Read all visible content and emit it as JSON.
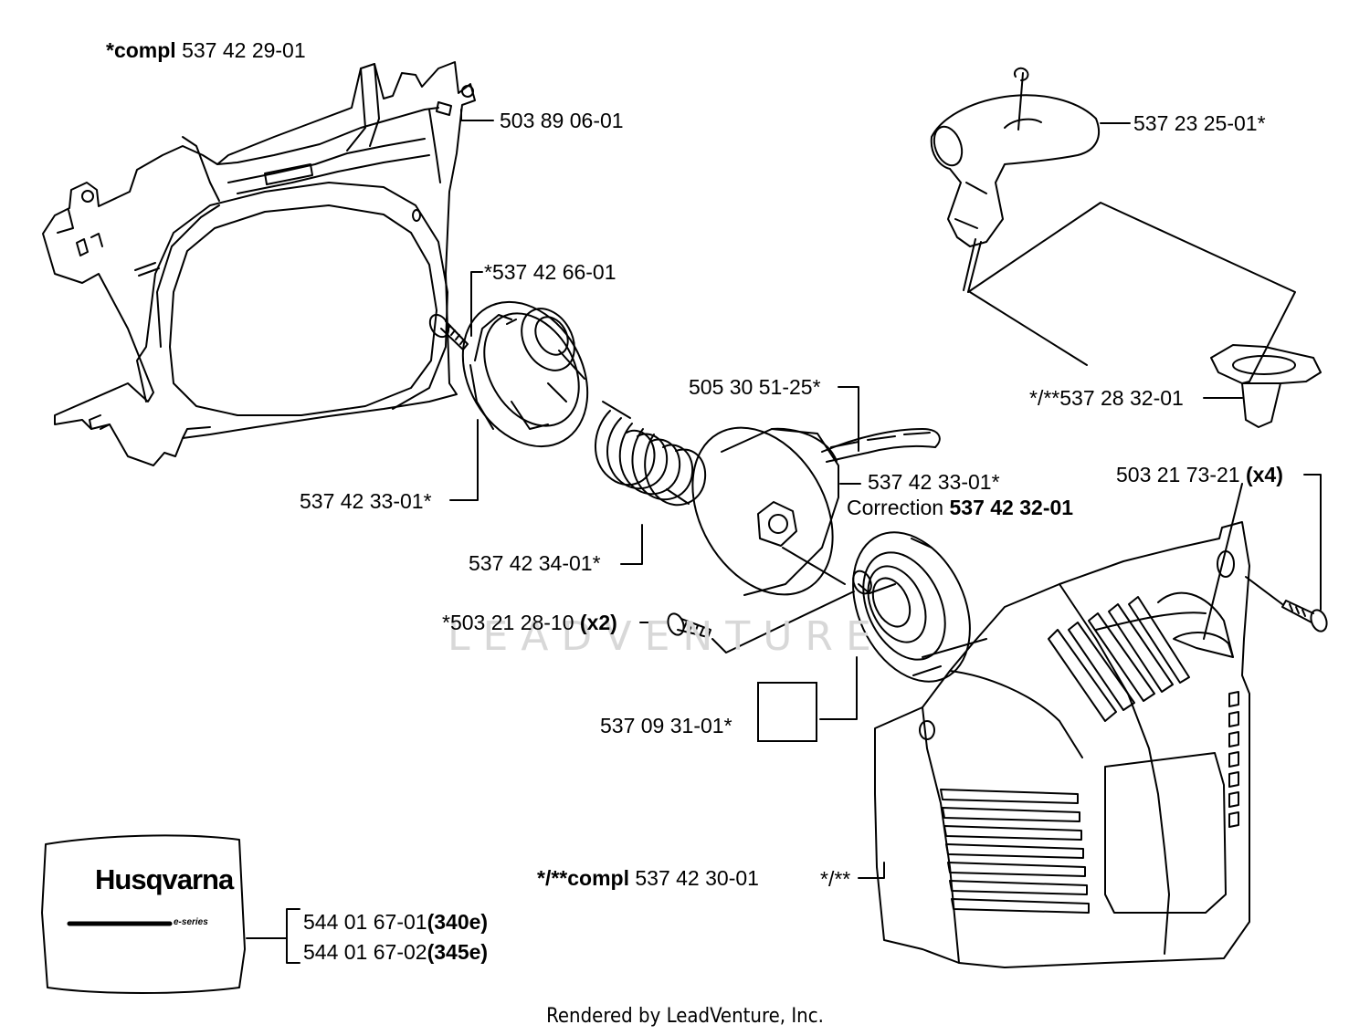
{
  "labels": {
    "compl_top_prefix": "*compl",
    "compl_top_number": "537 42 29-01",
    "cover_plate": "503 89 06-01",
    "handle": "537 23 25-01*",
    "bushing": "*/**537 28 32-01",
    "screw_right": "503 21 73-21",
    "screw_right_qty": "(x4)",
    "screw_top": "*537 42 66-01",
    "rope": "505 30 51-25*",
    "pulley_left": "537 42 33-01*",
    "pulley_right": "537 42 33-01*",
    "correction_text": "Correction",
    "correction_number": "537 42 32-01",
    "spring": "537 42 34-01*",
    "screw_bottom": "*503 21 28-10",
    "screw_bottom_qty": "(x2)",
    "spring_cassette": "537 09 31-01*",
    "compl_bottom_prefix": "*/**compl",
    "compl_bottom_number": "537 42 30-01",
    "starter_cover": "*/**",
    "decal_1": "544 01 67-01",
    "decal_1_model": "(340e)",
    "decal_2": "544 01 67-02",
    "decal_2_model": "(345e)"
  },
  "logo": {
    "brand": "Husqvarna",
    "series": "e-series"
  },
  "watermark": "LEADVENTURE",
  "footer": "Rendered by LeadVenture, Inc."
}
